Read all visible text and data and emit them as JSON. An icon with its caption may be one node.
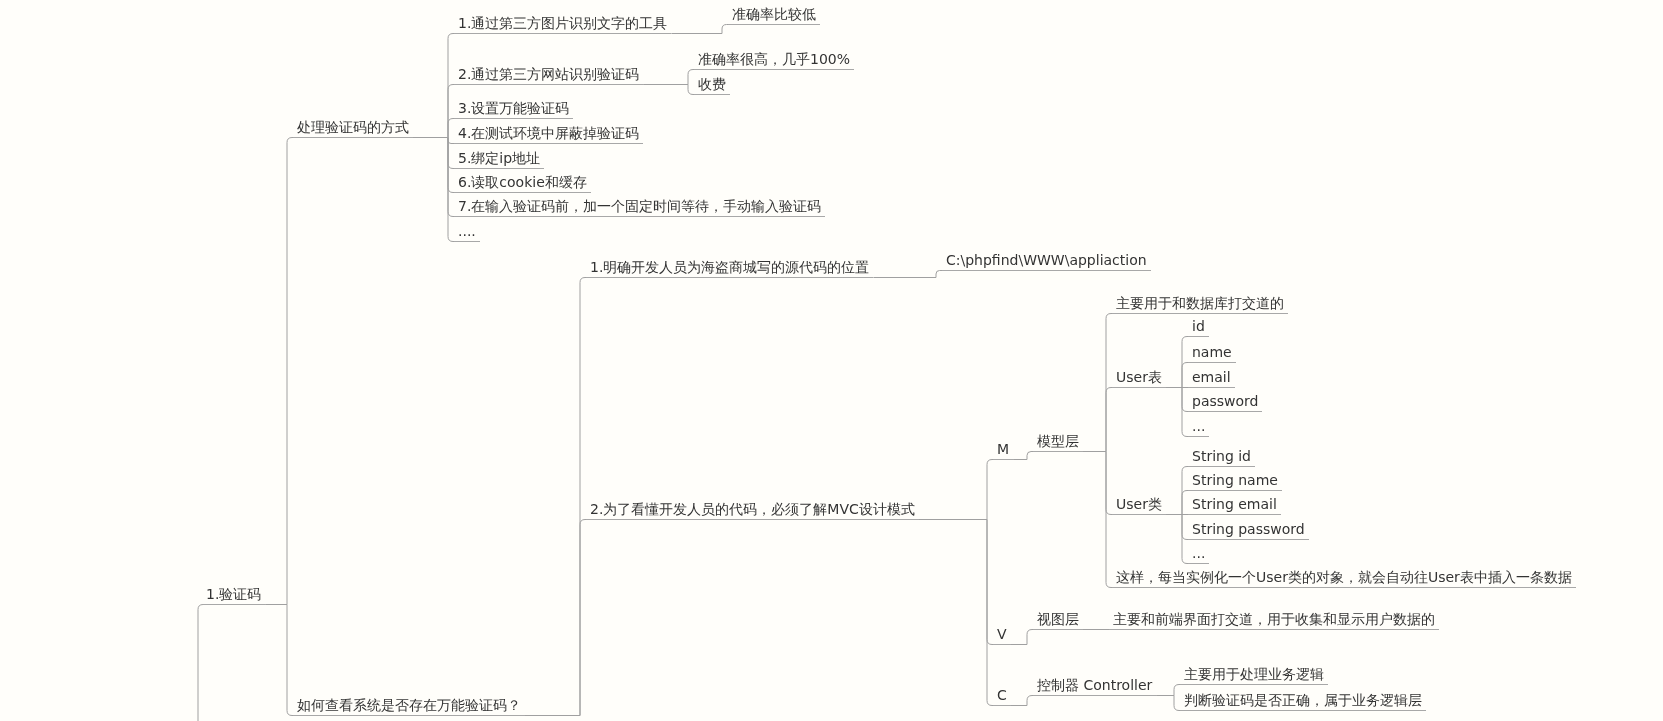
{
  "diagram": {
    "nodes": [
      {
        "text": [
          "1.验证码"
        ]
      },
      {
        "text": [
          "处理验证码的方式"
        ]
      },
      {
        "text": [
          "1.通过第三方图片识别文字的工具"
        ]
      },
      {
        "text": [
          "准确率比较低"
        ]
      },
      {
        "text": [
          "2.通过第三方网站识别验证码"
        ]
      },
      {
        "text": [
          "准确率很高，几乎100%"
        ]
      },
      {
        "text": [
          "收费"
        ]
      },
      {
        "text": [
          "3.设置万能验证码"
        ]
      },
      {
        "text": [
          "4.在测试环境中屏蔽掉验证码"
        ]
      },
      {
        "text": [
          "5.绑定ip地址"
        ]
      },
      {
        "text": [
          "6.读取cookie和缓存"
        ]
      },
      {
        "text": [
          "7.在输入验证码前，加一个固定时间等待，手动输入验证码"
        ]
      },
      {
        "text": [
          "...."
        ]
      },
      {
        "text": [
          "如何查看系统是否存在万能验证码？"
        ]
      },
      {
        "text": [
          "1.明确开发人员为海盗商城写的源代码的位置"
        ]
      },
      {
        "text": [
          "C:\\phpfind\\WWW\\appliaction"
        ]
      },
      {
        "text": [
          "2.为了看懂开发人员的代码，必须了解MVC设计模式"
        ]
      },
      {
        "text": [
          "M"
        ]
      },
      {
        "text": [
          "模型层"
        ]
      },
      {
        "text": [
          "主要用于和数据库打交道的"
        ]
      },
      {
        "text": [
          "User表"
        ]
      },
      {
        "text": [
          "id"
        ]
      },
      {
        "text": [
          "name"
        ]
      },
      {
        "text": [
          "email"
        ]
      },
      {
        "text": [
          "password"
        ]
      },
      {
        "text": [
          "..."
        ]
      },
      {
        "text": [
          "User类"
        ]
      },
      {
        "text": [
          "String id"
        ]
      },
      {
        "text": [
          "String name"
        ]
      },
      {
        "text": [
          "String email"
        ]
      },
      {
        "text": [
          "String password"
        ]
      },
      {
        "text": [
          "..."
        ]
      },
      {
        "text": [
          "这样，每当实例化一个User类的对象，就会自动往User表中插入一条数据"
        ]
      },
      {
        "text": [
          "V"
        ]
      },
      {
        "text": [
          "视图层"
        ]
      },
      {
        "text": [
          "主要和前端界面打交道，用于收集和显示用户数据的"
        ]
      },
      {
        "text": [
          "C"
        ]
      },
      {
        "text": [
          "控制器 Controller"
        ]
      },
      {
        "text": [
          "主要用于处理业务逻辑"
        ]
      },
      {
        "text": [
          "判断验证码是否正确，属于业务逻辑层"
        ]
      }
    ],
    "edges": [
      {
        "from": null,
        "to": 0,
        "arrow": "none"
      },
      {
        "from": 0,
        "to": 1,
        "arrow": "none"
      },
      {
        "from": 0,
        "to": 13,
        "arrow": "none"
      },
      {
        "from": 1,
        "to": 2,
        "arrow": "none"
      },
      {
        "from": 1,
        "to": 4,
        "arrow": "none"
      },
      {
        "from": 1,
        "to": 7,
        "arrow": "none"
      },
      {
        "from": 1,
        "to": 8,
        "arrow": "none"
      },
      {
        "from": 1,
        "to": 9,
        "arrow": "none"
      },
      {
        "from": 1,
        "to": 10,
        "arrow": "none"
      },
      {
        "from": 1,
        "to": 11,
        "arrow": "none"
      },
      {
        "from": 1,
        "to": 12,
        "arrow": "none"
      },
      {
        "from": 2,
        "to": 3,
        "arrow": "none"
      },
      {
        "from": 4,
        "to": 5,
        "arrow": "none"
      },
      {
        "from": 4,
        "to": 6,
        "arrow": "none"
      },
      {
        "from": 13,
        "to": 14,
        "arrow": "none"
      },
      {
        "from": 13,
        "to": 16,
        "arrow": "none"
      },
      {
        "from": 14,
        "to": 15,
        "arrow": "none"
      },
      {
        "from": 16,
        "to": 17,
        "arrow": "none"
      },
      {
        "from": 16,
        "to": 33,
        "arrow": "none"
      },
      {
        "from": 16,
        "to": 36,
        "arrow": "none"
      },
      {
        "from": 17,
        "to": 18,
        "arrow": "none"
      },
      {
        "from": 18,
        "to": 19,
        "arrow": "none"
      },
      {
        "from": 18,
        "to": 20,
        "arrow": "none"
      },
      {
        "from": 18,
        "to": 26,
        "arrow": "none"
      },
      {
        "from": 18,
        "to": 32,
        "arrow": "none"
      },
      {
        "from": 20,
        "to": 21,
        "arrow": "none"
      },
      {
        "from": 20,
        "to": 22,
        "arrow": "none"
      },
      {
        "from": 20,
        "to": 23,
        "arrow": "none"
      },
      {
        "from": 20,
        "to": 24,
        "arrow": "none"
      },
      {
        "from": 20,
        "to": 25,
        "arrow": "none"
      },
      {
        "from": 26,
        "to": 27,
        "arrow": "none"
      },
      {
        "from": 26,
        "to": 28,
        "arrow": "none"
      },
      {
        "from": 26,
        "to": 29,
        "arrow": "none"
      },
      {
        "from": 26,
        "to": 30,
        "arrow": "none"
      },
      {
        "from": 26,
        "to": 31,
        "arrow": "none"
      },
      {
        "from": 33,
        "to": 34,
        "arrow": "none"
      },
      {
        "from": 34,
        "to": 35,
        "arrow": "none"
      },
      {
        "from": 36,
        "to": 37,
        "arrow": "none"
      },
      {
        "from": 37,
        "to": 38,
        "arrow": "none"
      },
      {
        "from": 37,
        "to": 39,
        "arrow": "none"
      }
    ]
  }
}
